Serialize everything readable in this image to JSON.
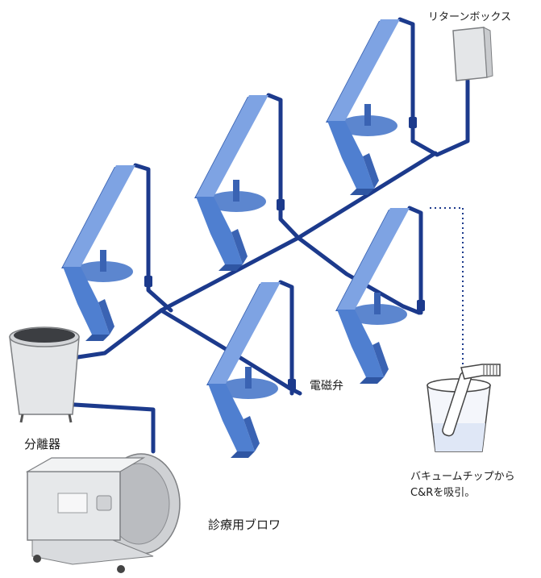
{
  "colors": {
    "pipe": "#1c3a8c",
    "chair": "#4f7fd0",
    "chair_dark": "#3a63b3",
    "chair_light": "#7ea3e3",
    "base": "#5c86cf",
    "equipment": "#e4e6e8",
    "equipment_edge": "#7d7f82"
  },
  "labels": {
    "return_box": "リターンボックス",
    "solenoid_valve": "電磁弁",
    "separator": "分離器",
    "blower": "診療用ブロワ",
    "suction_line1": "バキュームチップから",
    "suction_line2": "C&Rを吸引。"
  },
  "icons": [
    "dental-chair-icon",
    "return-box-icon",
    "separator-tank-icon",
    "blower-icon",
    "cup-with-vacuum-tip-icon",
    "solenoid-valve-icon"
  ]
}
